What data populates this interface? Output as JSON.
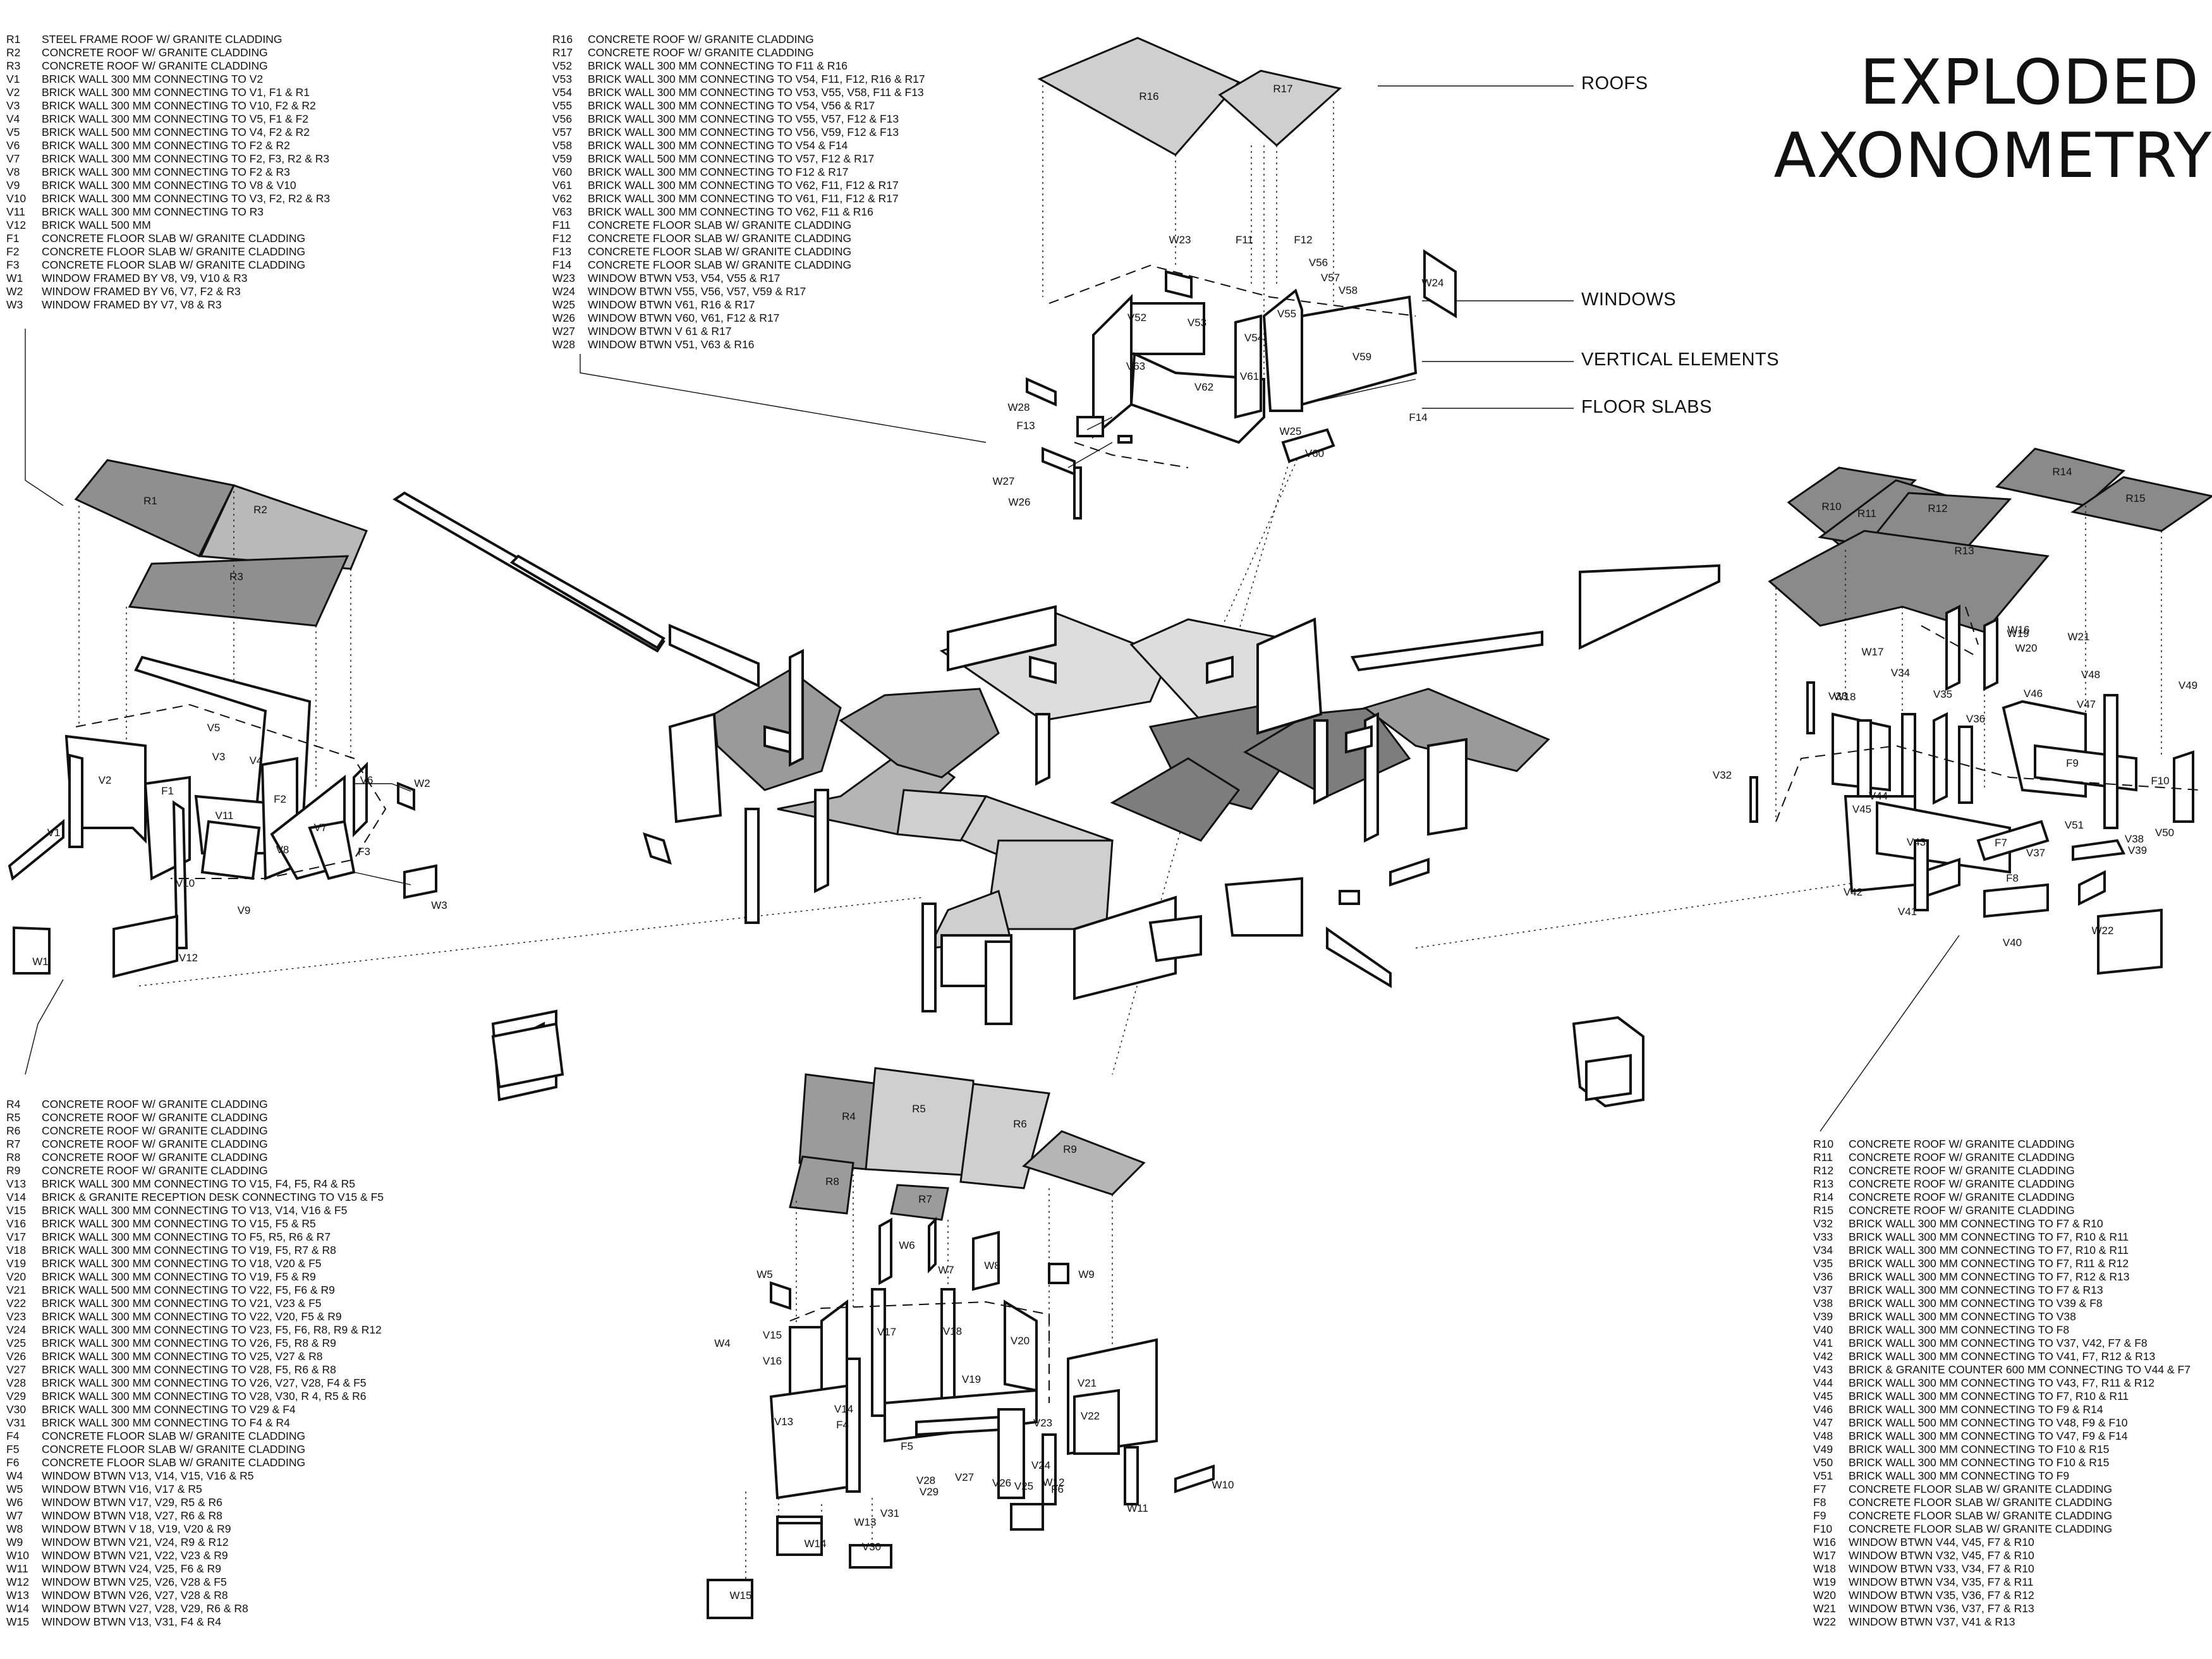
{
  "title": {
    "line1": "EXPLODED",
    "line2": "AXONOMETRY"
  },
  "categories": {
    "roofs": "ROOFS",
    "windows": "WINDOWS",
    "vertical": "VERTICAL ELEMENTS",
    "floors": "FLOOR SLABS"
  },
  "legends": {
    "topleft": [
      {
        "code": "R1",
        "desc": "STEEL FRAME ROOF W/ GRANITE CLADDING"
      },
      {
        "code": "R2",
        "desc": "CONCRETE ROOF W/ GRANITE CLADDING"
      },
      {
        "code": "R3",
        "desc": "CONCRETE ROOF W/ GRANITE CLADDING"
      },
      {
        "code": "V1",
        "desc": "BRICK WALL 300 MM CONNECTING TO V2"
      },
      {
        "code": "V2",
        "desc": "BRICK WALL 300 MM CONNECTING TO V1, F1 & R1"
      },
      {
        "code": "V3",
        "desc": "BRICK WALL 300 MM CONNECTING TO V10, F2 & R2"
      },
      {
        "code": "V4",
        "desc": "BRICK WALL 300 MM CONNECTING TO V5, F1 & F2"
      },
      {
        "code": "V5",
        "desc": "BRICK WALL 500 MM CONNECTING TO V4, F2 & R2"
      },
      {
        "code": "V6",
        "desc": "BRICK WALL 300 MM CONNECTING TO F2 & R2"
      },
      {
        "code": "V7",
        "desc": "BRICK WALL 300 MM CONNECTING TO F2, F3, R2 & R3"
      },
      {
        "code": "V8",
        "desc": "BRICK WALL 300 MM CONNECTING TO F2 & R3"
      },
      {
        "code": "V9",
        "desc": "BRICK WALL 300 MM CONNECTING TO V8 & V10"
      },
      {
        "code": "V10",
        "desc": "BRICK WALL 300 MM CONNECTING TO V3, F2, R2 & R3"
      },
      {
        "code": "V11",
        "desc": "BRICK WALL 300 MM CONNECTING TO R3"
      },
      {
        "code": "V12",
        "desc": "BRICK WALL 500 MM"
      },
      {
        "code": "F1",
        "desc": "CONCRETE FLOOR SLAB W/ GRANITE CLADDING"
      },
      {
        "code": "F2",
        "desc": "CONCRETE FLOOR SLAB W/ GRANITE CLADDING"
      },
      {
        "code": "F3",
        "desc": "CONCRETE FLOOR SLAB W/ GRANITE CLADDING"
      },
      {
        "code": "W1",
        "desc": "WINDOW FRAMED BY V8, V9, V10 & R3"
      },
      {
        "code": "W2",
        "desc": "WINDOW FRAMED BY V6, V7, F2 & R3"
      },
      {
        "code": "W3",
        "desc": "WINDOW FRAMED BY V7, V8 & R3"
      }
    ],
    "topmid": [
      {
        "code": "R16",
        "desc": "CONCRETE ROOF W/ GRANITE CLADDING"
      },
      {
        "code": "R17",
        "desc": "CONCRETE ROOF W/ GRANITE CLADDING"
      },
      {
        "code": "V52",
        "desc": "BRICK WALL 300 MM CONNECTING TO F11 & R16"
      },
      {
        "code": "V53",
        "desc": "BRICK WALL 300 MM CONNECTING TO V54, F11, F12, R16 & R17"
      },
      {
        "code": "V54",
        "desc": "BRICK WALL 300 MM CONNECTING TO V53, V55, V58, F11 & F13"
      },
      {
        "code": "V55",
        "desc": "BRICK WALL 300 MM CONNECTING TO V54, V56 & R17"
      },
      {
        "code": "V56",
        "desc": "BRICK WALL 300 MM CONNECTING TO V55, V57, F12 & F13"
      },
      {
        "code": "V57",
        "desc": "BRICK WALL 300 MM CONNECTING TO V56, V59, F12 & F13"
      },
      {
        "code": "V58",
        "desc": "BRICK WALL 300 MM CONNECTING TO V54 & F14"
      },
      {
        "code": "V59",
        "desc": "BRICK WALL 500 MM CONNECTING TO V57, F12 & R17"
      },
      {
        "code": "V60",
        "desc": "BRICK WALL 300 MM CONNECTING TO F12 & R17"
      },
      {
        "code": "V61",
        "desc": "BRICK WALL 300 MM CONNECTING TO V62, F11, F12 & R17"
      },
      {
        "code": "V62",
        "desc": "BRICK WALL 300 MM CONNECTING TO V61, F11, F12 & R17"
      },
      {
        "code": "V63",
        "desc": "BRICK WALL 300 MM CONNECTING TO V62, F11 & R16"
      },
      {
        "code": "F11",
        "desc": "CONCRETE FLOOR SLAB W/ GRANITE CLADDING"
      },
      {
        "code": "F12",
        "desc": "CONCRETE FLOOR SLAB W/ GRANITE CLADDING"
      },
      {
        "code": "F13",
        "desc": "CONCRETE FLOOR SLAB W/ GRANITE CLADDING"
      },
      {
        "code": "F14",
        "desc": "CONCRETE FLOOR SLAB W/ GRANITE CLADDING"
      },
      {
        "code": "W23",
        "desc": "WINDOW BTWN V53, V54, V55 & R17"
      },
      {
        "code": "W24",
        "desc": "WINDOW BTWN V55, V56, V57, V59 & R17"
      },
      {
        "code": "W25",
        "desc": "WINDOW BTWN V61, R16 & R17"
      },
      {
        "code": "W26",
        "desc": "WINDOW BTWN V60, V61, F12 & R17"
      },
      {
        "code": "W27",
        "desc": "WINDOW BTWN V 61 & R17"
      },
      {
        "code": "W28",
        "desc": "WINDOW BTWN V51, V63 & R16"
      }
    ],
    "bottomleft": [
      {
        "code": "R4",
        "desc": "CONCRETE ROOF W/ GRANITE CLADDING"
      },
      {
        "code": "R5",
        "desc": "CONCRETE ROOF W/ GRANITE CLADDING"
      },
      {
        "code": "R6",
        "desc": "CONCRETE ROOF W/ GRANITE CLADDING"
      },
      {
        "code": "R7",
        "desc": "CONCRETE ROOF W/ GRANITE CLADDING"
      },
      {
        "code": "R8",
        "desc": "CONCRETE ROOF W/ GRANITE CLADDING"
      },
      {
        "code": "R9",
        "desc": "CONCRETE ROOF W/ GRANITE CLADDING"
      },
      {
        "code": "V13",
        "desc": "BRICK WALL 300 MM CONNECTING TO V15, F4, F5, R4 & R5"
      },
      {
        "code": "V14",
        "desc": "BRICK & GRANITE RECEPTION DESK CONNECTING TO V15 & F5"
      },
      {
        "code": "V15",
        "desc": "BRICK WALL 300 MM CONNECTING TO V13, V14, V16 & F5"
      },
      {
        "code": "V16",
        "desc": "BRICK WALL 300 MM CONNECTING TO V15, F5 & R5"
      },
      {
        "code": "V17",
        "desc": "BRICK WALL 300 MM CONNECTING TO F5, R5, R6 & R7"
      },
      {
        "code": "V18",
        "desc": "BRICK WALL 300 MM CONNECTING TO V19, F5, R7 & R8"
      },
      {
        "code": "V19",
        "desc": "BRICK WALL 300 MM CONNECTING TO V18, V20 & F5"
      },
      {
        "code": "V20",
        "desc": "BRICK WALL 300 MM CONNECTING TO V19, F5 & R9"
      },
      {
        "code": "V21",
        "desc": "BRICK WALL 500 MM CONNECTING TO V22, F5, F6 & R9"
      },
      {
        "code": "V22",
        "desc": "BRICK WALL 300 MM CONNECTING TO V21, V23 & F5"
      },
      {
        "code": "V23",
        "desc": "BRICK WALL 300 MM CONNECTING TO V22, V20, F5 & R9"
      },
      {
        "code": "V24",
        "desc": "BRICK WALL 300 MM CONNECTING TO V23, F5, F6, R8, R9 & R12"
      },
      {
        "code": "V25",
        "desc": "BRICK WALL 300 MM CONNECTING TO V26, F5, R8 & R9"
      },
      {
        "code": "V26",
        "desc": "BRICK WALL 300 MM CONNECTING TO V25, V27 & R8"
      },
      {
        "code": "V27",
        "desc": "BRICK WALL 300 MM CONNECTING TO V28, F5, R6 & R8"
      },
      {
        "code": "V28",
        "desc": "BRICK WALL 300 MM CONNECTING TO V26, V27, V28, F4 & F5"
      },
      {
        "code": "V29",
        "desc": "BRICK WALL 300 MM CONNECTING TO V28, V30, R 4, R5 & R6"
      },
      {
        "code": "V30",
        "desc": "BRICK WALL 300 MM CONNECTING TO V29 & F4"
      },
      {
        "code": "V31",
        "desc": "BRICK WALL 300 MM CONNECTING TO F4 & R4"
      },
      {
        "code": "F4",
        "desc": "CONCRETE FLOOR SLAB W/ GRANITE CLADDING"
      },
      {
        "code": "F5",
        "desc": "CONCRETE FLOOR SLAB W/ GRANITE CLADDING"
      },
      {
        "code": "F6",
        "desc": "CONCRETE FLOOR SLAB W/ GRANITE CLADDING"
      },
      {
        "code": "W4",
        "desc": "WINDOW BTWN V13, V14, V15, V16 & R5"
      },
      {
        "code": "W5",
        "desc": "WINDOW BTWN V16, V17 & R5"
      },
      {
        "code": "W6",
        "desc": "WINDOW BTWN V17, V29, R5 & R6"
      },
      {
        "code": "W7",
        "desc": "WINDOW BTWN V18, V27, R6 & R8"
      },
      {
        "code": "W8",
        "desc": "WINDOW BTWN V 18, V19, V20 & R9"
      },
      {
        "code": "W9",
        "desc": "WINDOW BTWN V21, V24, R9 & R12"
      },
      {
        "code": "W10",
        "desc": "WINDOW BTWN V21, V22, V23 & R9"
      },
      {
        "code": "W11",
        "desc": "WINDOW BTWN V24, V25, F6 & R9"
      },
      {
        "code": "W12",
        "desc": "WINDOW BTWN V25, V26, V28 & F5"
      },
      {
        "code": "W13",
        "desc": "WINDOW BTWN V26, V27, V28 & R8"
      },
      {
        "code": "W14",
        "desc": "WINDOW BTWN V27, V28, V29, R6 & R8"
      },
      {
        "code": "W15",
        "desc": "WINDOW BTWN V13, V31, F4 & R4"
      }
    ],
    "bottomright": [
      {
        "code": "R10",
        "desc": "CONCRETE ROOF W/ GRANITE CLADDING"
      },
      {
        "code": "R11",
        "desc": "CONCRETE ROOF W/ GRANITE CLADDING"
      },
      {
        "code": "R12",
        "desc": "CONCRETE ROOF W/ GRANITE CLADDING"
      },
      {
        "code": "R13",
        "desc": "CONCRETE ROOF W/ GRANITE CLADDING"
      },
      {
        "code": "R14",
        "desc": "CONCRETE ROOF W/ GRANITE CLADDING"
      },
      {
        "code": "R15",
        "desc": "CONCRETE ROOF W/ GRANITE CLADDING"
      },
      {
        "code": "V32",
        "desc": "BRICK WALL 300 MM CONNECTING TO F7 & R10"
      },
      {
        "code": "V33",
        "desc": "BRICK WALL 300 MM CONNECTING TO F7, R10 & R11"
      },
      {
        "code": "V34",
        "desc": "BRICK WALL 300 MM CONNECTING TO F7, R10 & R11"
      },
      {
        "code": "V35",
        "desc": "BRICK WALL 300 MM CONNECTING TO F7, R11 & R12"
      },
      {
        "code": "V36",
        "desc": "BRICK WALL 300 MM CONNECTING TO F7, R12 & R13"
      },
      {
        "code": "V37",
        "desc": "BRICK WALL 300 MM CONNECTING TO F7 & R13"
      },
      {
        "code": "V38",
        "desc": "BRICK WALL 300 MM CONNECTING TO V39 & F8"
      },
      {
        "code": "V39",
        "desc": "BRICK WALL 300 MM CONNECTING TO V38"
      },
      {
        "code": "V40",
        "desc": "BRICK WALL 300 MM CONNECTING TO F8"
      },
      {
        "code": "V41",
        "desc": "BRICK WALL 300 MM CONNECTING TO V37, V42, F7 & F8"
      },
      {
        "code": "V42",
        "desc": "BRICK WALL 300 MM CONNECTING TO V41, F7, R12 & R13"
      },
      {
        "code": "V43",
        "desc": "BRICK & GRANITE COUNTER 600 MM CONNECTING TO V44 & F7"
      },
      {
        "code": "V44",
        "desc": "BRICK WALL 300 MM CONNECTING TO V43, F7, R11 & R12"
      },
      {
        "code": "V45",
        "desc": "BRICK WALL 300 MM CONNECTING TO F7, R10 & R11"
      },
      {
        "code": "V46",
        "desc": "BRICK WALL 300 MM CONNECTING TO F9 & R14"
      },
      {
        "code": "V47",
        "desc": "BRICK WALL 500 MM CONNECTING TO V48, F9 & F10"
      },
      {
        "code": "V48",
        "desc": "BRICK WALL 300 MM CONNECTING TO V47, F9 & F14"
      },
      {
        "code": "V49",
        "desc": "BRICK WALL 300 MM CONNECTING TO F10 & R15"
      },
      {
        "code": "V50",
        "desc": "BRICK WALL 300 MM CONNECTING TO F10 & R15"
      },
      {
        "code": "V51",
        "desc": "BRICK WALL 300 MM CONNECTING TO F9"
      },
      {
        "code": "F7",
        "desc": "CONCRETE FLOOR SLAB W/ GRANITE CLADDING"
      },
      {
        "code": "F8",
        "desc": "CONCRETE FLOOR SLAB W/ GRANITE CLADDING"
      },
      {
        "code": "F9",
        "desc": "CONCRETE FLOOR SLAB W/ GRANITE CLADDING"
      },
      {
        "code": "F10",
        "desc": "CONCRETE FLOOR SLAB W/ GRANITE CLADDING"
      },
      {
        "code": "W16",
        "desc": "WINDOW BTWN V44, V45, F7 & R10"
      },
      {
        "code": "W17",
        "desc": "WINDOW BTWN V32, V45, F7 & R10"
      },
      {
        "code": "W18",
        "desc": "WINDOW BTWN V33, V34, F7 & R10"
      },
      {
        "code": "W19",
        "desc": "WINDOW BTWN V34, V35, F7 & R11"
      },
      {
        "code": "W20",
        "desc": "WINDOW BTWN V35, V36, F7 & R12"
      },
      {
        "code": "W21",
        "desc": "WINDOW BTWN V36, V37, F7 & R13"
      },
      {
        "code": "W22",
        "desc": "WINDOW BTWN V37, V41 & R13"
      }
    ]
  },
  "tags": {
    "topleft": [
      "R1",
      "R2",
      "R3",
      "V1",
      "V2",
      "V3",
      "V4",
      "V5",
      "V6",
      "V7",
      "V8",
      "V9",
      "V10",
      "V11",
      "V12",
      "F1",
      "F2",
      "F3",
      "W1",
      "W2",
      "W3"
    ],
    "topmid": [
      "R16",
      "R17",
      "W23",
      "W24",
      "W25",
      "W26",
      "W27",
      "W28",
      "V52",
      "V53",
      "V54",
      "V55",
      "V56",
      "V57",
      "V58",
      "V59",
      "V60",
      "V61",
      "V62",
      "V63",
      "F11",
      "F12",
      "F13",
      "F14"
    ],
    "bottom": [
      "R4",
      "R5",
      "R6",
      "R7",
      "R8",
      "R9",
      "W4",
      "W5",
      "W6",
      "W7",
      "W8",
      "W9",
      "W10",
      "W11",
      "W12",
      "W13",
      "W14",
      "W15",
      "V13",
      "V14",
      "V15",
      "V16",
      "V17",
      "V18",
      "V19",
      "V20",
      "V21",
      "V22",
      "V23",
      "V24",
      "V25",
      "V26",
      "V27",
      "V28",
      "V29",
      "V30",
      "V31",
      "F4",
      "F5",
      "F6"
    ],
    "right": [
      "R10",
      "R11",
      "R12",
      "R13",
      "R14",
      "R15",
      "W16",
      "W17",
      "W18",
      "W19",
      "W20",
      "W21",
      "W22",
      "V32",
      "V33",
      "V34",
      "V35",
      "V36",
      "V37",
      "V38",
      "V39",
      "V40",
      "V41",
      "V42",
      "V43",
      "V44",
      "V45",
      "V46",
      "V47",
      "V48",
      "V49",
      "V50",
      "V51",
      "F7",
      "F8",
      "F9",
      "F10"
    ]
  },
  "colors": {
    "ink": "#111111",
    "roof_light": "#cfcfcf",
    "roof_dark": "#8a8a8a",
    "wall": "#ffffff"
  }
}
